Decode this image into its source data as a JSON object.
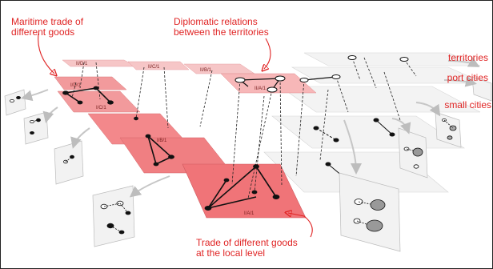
{
  "annotations": {
    "maritime_trade": "Maritime trade of\ndifferent goods",
    "diplomatic_relations": "Diplomatic relations\nbetween the territories",
    "territories": "territories",
    "port_cities": "port cities",
    "small_cities": "small cities",
    "local_trade": "Trade of different goods\nat the local level"
  },
  "layers": [
    {
      "label": "II/D/1",
      "tone": "faint"
    },
    {
      "label": "II/C/1",
      "tone": "faint"
    },
    {
      "label": "II/B/1",
      "tone": "faint"
    },
    {
      "label": "II/A/1",
      "tone": "light"
    },
    {
      "label": "I/D/1",
      "tone": "mid"
    },
    {
      "label": "I/C/1",
      "tone": "mid"
    },
    {
      "label": "I/B/1",
      "tone": "mid"
    },
    {
      "label": "I/A/1",
      "tone": "strong"
    }
  ],
  "colors": {
    "annotation": "#e02424",
    "layer_strong": "#f0787c",
    "layer_mid": "#f29a9c",
    "layer_faint": "#f6c6c7",
    "grey_layer": "#f0f0f0",
    "node": "#111111"
  }
}
